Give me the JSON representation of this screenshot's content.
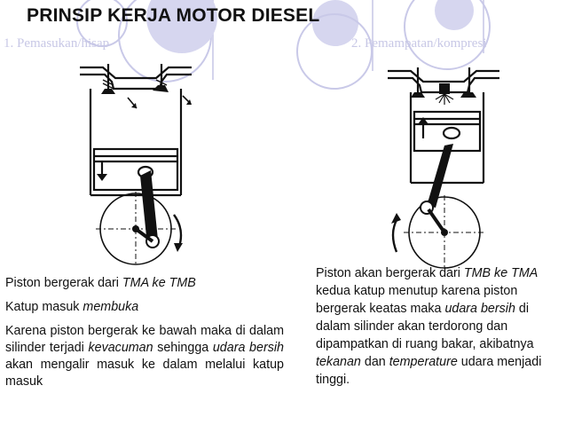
{
  "title": "PRINSIP KERJA MOTOR DIESEL",
  "subheadings": {
    "left": "1. Pemasukan/hisap",
    "right": "2. Pemampatan/kompresi"
  },
  "left_panel": {
    "line1_a": "Piston bergerak dari ",
    "line1_b": "TMA ke TMB",
    "line2_a": "Katup masuk ",
    "line2_b": "membuka",
    "para_a": "Karena piston bergerak ke bawah maka di dalam silinder terjadi ",
    "para_b": "kevacuman",
    "para_c": " sehingga ",
    "para_d": "udara bersih",
    "para_e": " akan mengalir masuk ke dalam melalui katup masuk"
  },
  "right_panel": {
    "a": "Piston akan bergerak dari ",
    "b": "TMB ke TMA",
    "c": " kedua katup menutup karena piston bergerak keatas maka ",
    "d": "udara bersih",
    "e": " di dalam silinder akan terdorong dan dipampatkan di ruang bakar, akibatnya ",
    "f": "tekanan",
    "g": " dan ",
    "h": "temperature",
    "i": " udara menjadi tinggi."
  },
  "colors": {
    "decor_circle": "#d6d6ef",
    "decor_line": "#c9c9e8",
    "subhead": "#c8c8e6",
    "ink": "#111111"
  },
  "icons": [
    "decor-circle-icon",
    "down-arrow-icon",
    "up-arrow-icon",
    "rotation-arrow-icon"
  ]
}
